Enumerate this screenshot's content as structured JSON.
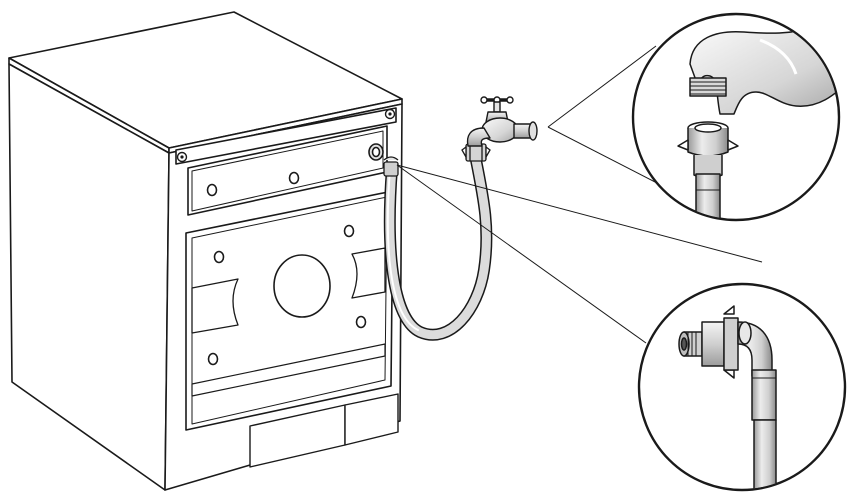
{
  "diagram": {
    "subject": "washing-machine-water-inlet-hose-connection",
    "parts": [
      {
        "name": "washing-machine-rear-view"
      },
      {
        "name": "water-tap"
      },
      {
        "name": "inlet-hose"
      },
      {
        "name": "detail-tap-connection"
      },
      {
        "name": "detail-machine-connection"
      }
    ],
    "colors": {
      "line": "#1a1a1a",
      "fill": "#ffffff",
      "hose_shade": "#bfbfbf",
      "hose_dark": "#8c8c8c",
      "tap_shade": "#d0d0d0"
    }
  }
}
